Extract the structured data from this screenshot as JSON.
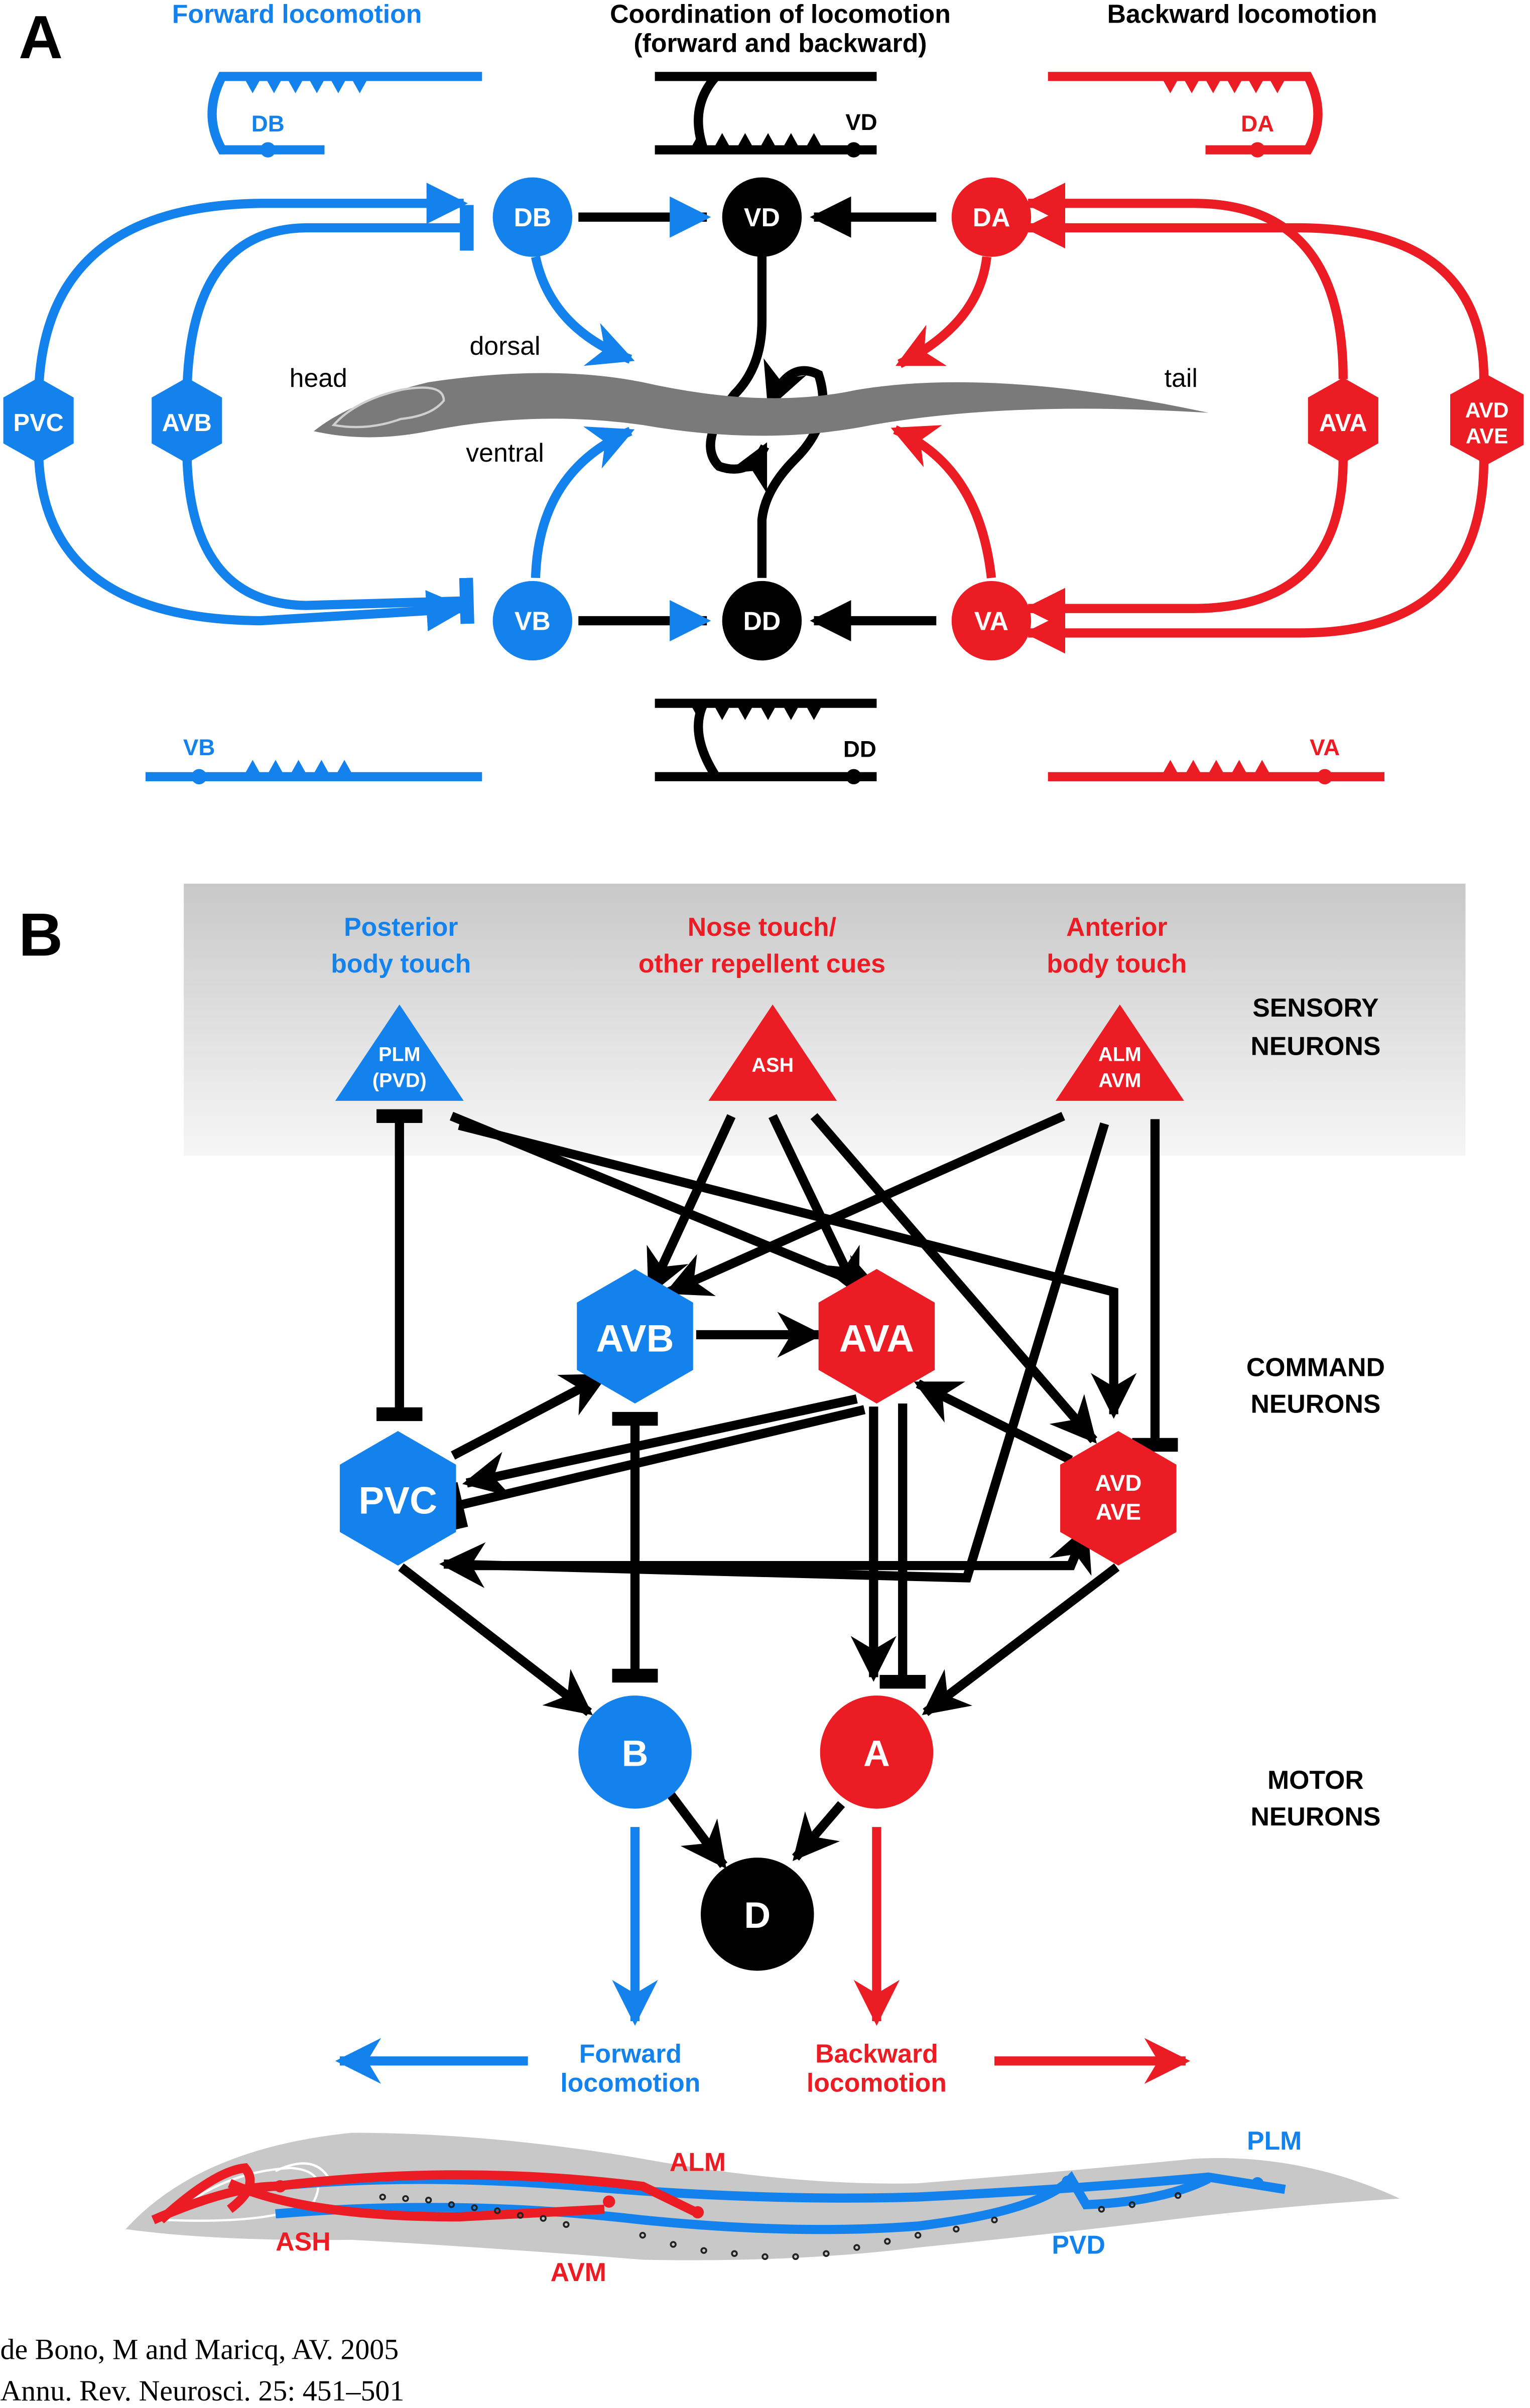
{
  "panel_a": {
    "label": "A",
    "forward_title": "Forward locomotion",
    "coord_title_1": "Coordination of locomotion",
    "coord_title_2": "(forward and backward)",
    "backward_title": "Backward locomotion",
    "schem_db": "DB",
    "schem_vd": "VD",
    "schem_da": "DA",
    "schem_vb": "VB",
    "schem_dd": "DD",
    "schem_va": "VA",
    "nodes": {
      "db": "DB",
      "vd": "VD",
      "da": "DA",
      "vb": "VB",
      "dd": "DD",
      "va": "VA",
      "pvc": "PVC",
      "avb": "AVB",
      "ava": "AVA",
      "avd_1": "AVD",
      "avd_2": "AVE"
    },
    "worm": {
      "head": "head",
      "dorsal": "dorsal",
      "ventral": "ventral",
      "tail": "tail"
    }
  },
  "panel_b": {
    "label": "B",
    "posterior_1": "Posterior",
    "posterior_2": "body touch",
    "nose_1": "Nose touch/",
    "nose_2": "other repellent cues",
    "anterior_1": "Anterior",
    "anterior_2": "body touch",
    "sensory_1": "SENSORY",
    "sensory_2": "NEURONS",
    "command_1": "COMMAND",
    "command_2": "NEURONS",
    "motor_1": "MOTOR",
    "motor_2": "NEURONS",
    "plm_1": "PLM",
    "plm_2": "(PVD)",
    "ash": "ASH",
    "alm_1": "ALM",
    "alm_2": "AVM",
    "avb": "AVB",
    "ava": "AVA",
    "pvc": "PVC",
    "avd_1": "AVD",
    "avd_2": "AVE",
    "b": "B",
    "a": "A",
    "d": "D",
    "forward_1": "Forward",
    "forward_2": "locomotion",
    "backward_1": "Backward",
    "backward_2": "locomotion",
    "worm_labels": {
      "alm": "ALM",
      "ash": "ASH",
      "avm": "AVM",
      "pvd": "PVD",
      "plm": "PLM"
    }
  },
  "citation": {
    "line1": "de Bono, M and Maricq, AV. 2005",
    "line2": "Annu. Rev. Neurosci. 25: 451–501"
  },
  "colors": {
    "forward": "#1482ec",
    "backward": "#ec1c24",
    "coordination": "#000000"
  }
}
